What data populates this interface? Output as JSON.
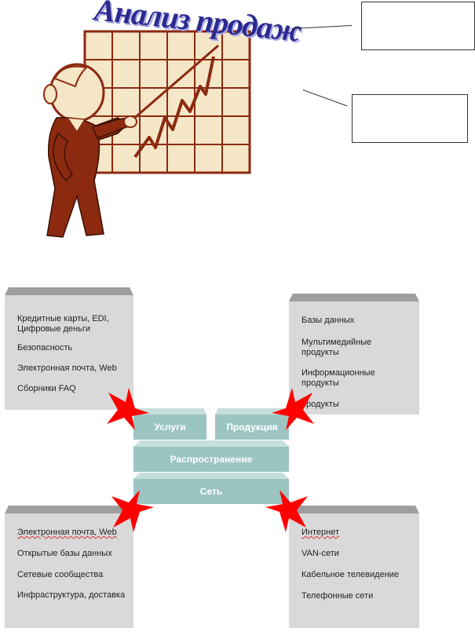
{
  "header": {
    "title": "Анализ продаж"
  },
  "panels": {
    "top_left": {
      "items": [
        "Кредитные карты, EDI, Цифровые деньги",
        "Безопасность",
        "Электронная почта, Web",
        "Сборники FAQ"
      ]
    },
    "top_right": {
      "items": [
        "Базы данных",
        "Мультимедийные продукты",
        "Информационные продукты",
        "продукты"
      ]
    },
    "bottom_left": {
      "items": [
        "Электронная почта, Web",
        "Открытые базы данных",
        "Сетевые сообщества",
        "Инфраструктура, доставка"
      ]
    },
    "bottom_right": {
      "items": [
        "Интернет",
        "VAN-сети",
        "Кабельное телевидение",
        "Телефонные  сети"
      ]
    }
  },
  "blocks": {
    "services": "Услуги",
    "products": "Продукция",
    "distribution": "Распространение",
    "network": "Сеть"
  },
  "colors": {
    "panel": "#d9d9d9",
    "panel_edge": "#9e9e9e",
    "block": "#9cc5c2",
    "arrow": "#ff0000",
    "title": "#2b2a8f",
    "figure": "#8b2a0f",
    "grid": "#f5e6c8"
  }
}
